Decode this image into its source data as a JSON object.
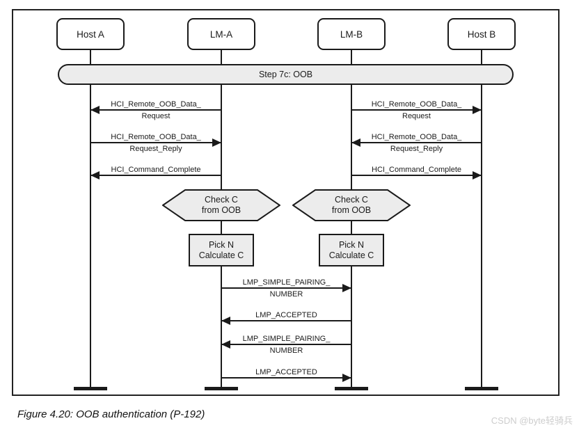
{
  "banner": {
    "label": "Step 7c: OOB"
  },
  "actors": [
    {
      "label": "Host A"
    },
    {
      "label": "LM-A"
    },
    {
      "label": "LM-B"
    },
    {
      "label": "Host B"
    }
  ],
  "messages": [
    {
      "from": "LM-A",
      "to": "Host A",
      "dir": "left",
      "line1": "HCI_Remote_OOB_Data_",
      "line2": "Request"
    },
    {
      "from": "Host A",
      "to": "LM-A",
      "dir": "right",
      "line1": "HCI_Remote_OOB_Data_",
      "line2": "Request_Reply"
    },
    {
      "from": "LM-A",
      "to": "Host A",
      "dir": "left",
      "line1": "HCI_Command_Complete"
    },
    {
      "from": "LM-B",
      "to": "Host B",
      "dir": "right",
      "line1": "HCI_Remote_OOB_Data_",
      "line2": "Request"
    },
    {
      "from": "Host B",
      "to": "LM-B",
      "dir": "left",
      "line1": "HCI_Remote_OOB_Data_",
      "line2": "Request_Reply"
    },
    {
      "from": "LM-B",
      "to": "Host B",
      "dir": "right",
      "line1": "HCI_Command_Complete"
    },
    {
      "from": "LM-A",
      "to": "LM-B",
      "dir": "right",
      "line1": "LMP_SIMPLE_PAIRING_",
      "line2": "NUMBER"
    },
    {
      "from": "LM-B",
      "to": "LM-A",
      "dir": "left",
      "line1": "LMP_ACCEPTED"
    },
    {
      "from": "LM-B",
      "to": "LM-A",
      "dir": "left",
      "line1": "LMP_SIMPLE_PAIRING_",
      "line2": "NUMBER"
    },
    {
      "from": "LM-A",
      "to": "LM-B",
      "dir": "right",
      "line1": "LMP_ACCEPTED"
    }
  ],
  "processes": {
    "check_a": {
      "line1": "Check C",
      "line2": "from OOB"
    },
    "check_b": {
      "line1": "Check C",
      "line2": "from OOB"
    },
    "pick_a": {
      "line1": "Pick N",
      "line2": "Calculate C"
    },
    "pick_b": {
      "line1": "Pick N",
      "line2": "Calculate C"
    }
  },
  "caption": "Figure 4.20: OOB authentication (P-192)",
  "watermark": "CSDN @byte轻骑兵",
  "colors": {
    "line": "#1a1a1a",
    "frame": "#222222",
    "fill_gray": "#ececec",
    "watermark_gray": "#cdcdcd",
    "background": "#ffffff"
  }
}
